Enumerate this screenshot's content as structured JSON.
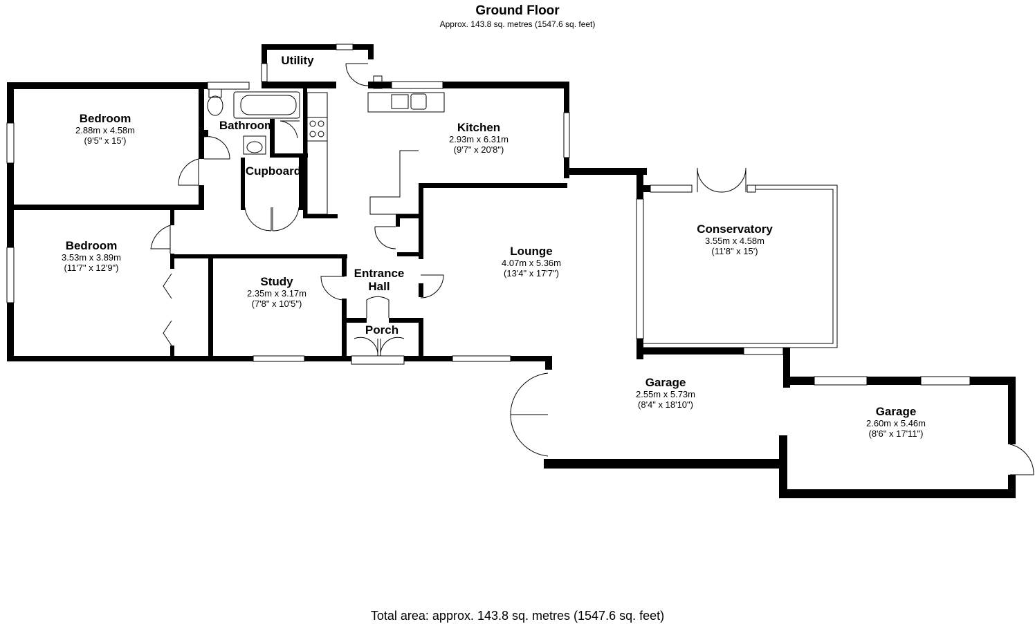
{
  "header": {
    "title": "Ground Floor",
    "subtitle": "Approx. 143.8 sq. metres (1547.6 sq. feet)"
  },
  "footer": {
    "total": "Total area: approx. 143.8 sq. metres (1547.6 sq. feet)"
  },
  "rooms": {
    "bedroom1": {
      "name": "Bedroom",
      "metric": "2.88m x 4.58m",
      "imperial": "(9'5\" x 15')"
    },
    "bedroom2": {
      "name": "Bedroom",
      "metric": "3.53m x 3.89m",
      "imperial": "(11'7\" x 12'9\")"
    },
    "bathroom": {
      "name": "Bathroom"
    },
    "utility": {
      "name": "Utility"
    },
    "cupboard": {
      "name": "Cupboard"
    },
    "kitchen": {
      "name": "Kitchen",
      "metric": "2.93m x 6.31m",
      "imperial": "(9'7\" x 20'8\")"
    },
    "study": {
      "name": "Study",
      "metric": "2.35m x 3.17m",
      "imperial": "(7'8\" x 10'5\")"
    },
    "entrance_hall": {
      "name_line1": "Entrance",
      "name_line2": "Hall"
    },
    "porch": {
      "name": "Porch"
    },
    "lounge": {
      "name": "Lounge",
      "metric": "4.07m x 5.36m",
      "imperial": "(13'4\" x 17'7\")"
    },
    "conservatory": {
      "name": "Conservatory",
      "metric": "3.55m x 4.58m",
      "imperial": "(11'8\" x 15')"
    },
    "garage1": {
      "name": "Garage",
      "metric": "2.55m x 5.73m",
      "imperial": "(8'4\" x 18'10\")"
    },
    "garage2": {
      "name": "Garage",
      "metric": "2.60m x 5.46m",
      "imperial": "(8'6\" x 17'11\")"
    }
  }
}
